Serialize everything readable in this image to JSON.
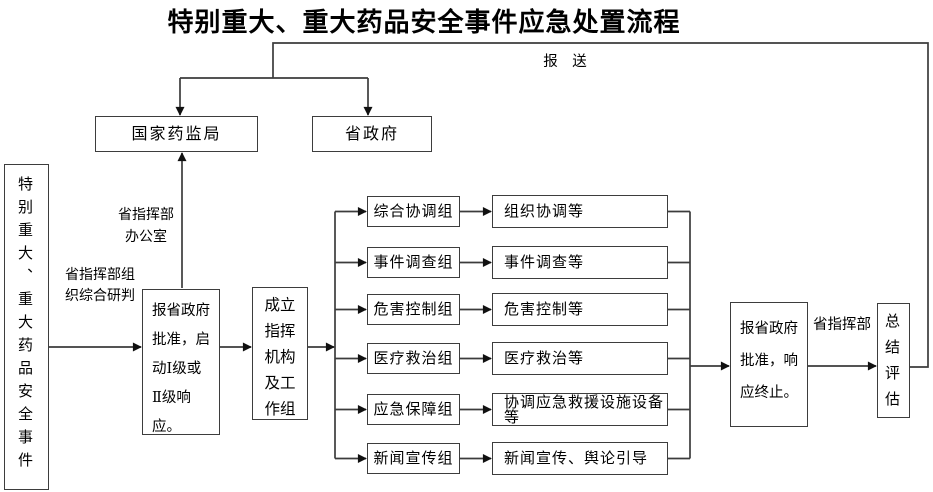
{
  "title": "特别重大、重大药品安全事件应急处置流程",
  "labels": {
    "report_send": "报　送",
    "hq_office": "省指挥部\n办公室",
    "hq_research": "省指挥部组\n织综合研判",
    "hq": "省指挥部"
  },
  "boxes": {
    "event": "特别重大、重大药品安全事件",
    "nmpa": "国家药监局",
    "provincial_government": "省政府",
    "approve_start": "报省政府\n批准，启\n动Ⅰ级或\nⅡ级响\n应。",
    "setup_command": "成立\n指挥\n机构\n及工\n作组",
    "approve_end": "报省政府\n批准，响\n应终止。",
    "summary": "总结评估"
  },
  "groups": [
    {
      "name": "综合协调组",
      "task": "组织协调等"
    },
    {
      "name": "事件调查组",
      "task": "事件调查等"
    },
    {
      "name": "危害控制组",
      "task": "危害控制等"
    },
    {
      "name": "医疗救治组",
      "task": "医疗救治等"
    },
    {
      "name": "应急保障组",
      "task": "协调应急救援设施设备等"
    },
    {
      "name": "新闻宣传组",
      "task": "新闻宣传、舆论引导"
    }
  ],
  "colors": {
    "line": "#3c3c3c",
    "arrow": "#111111",
    "border": "#3d3d3d",
    "text": "#000000",
    "background": "#ffffff"
  }
}
